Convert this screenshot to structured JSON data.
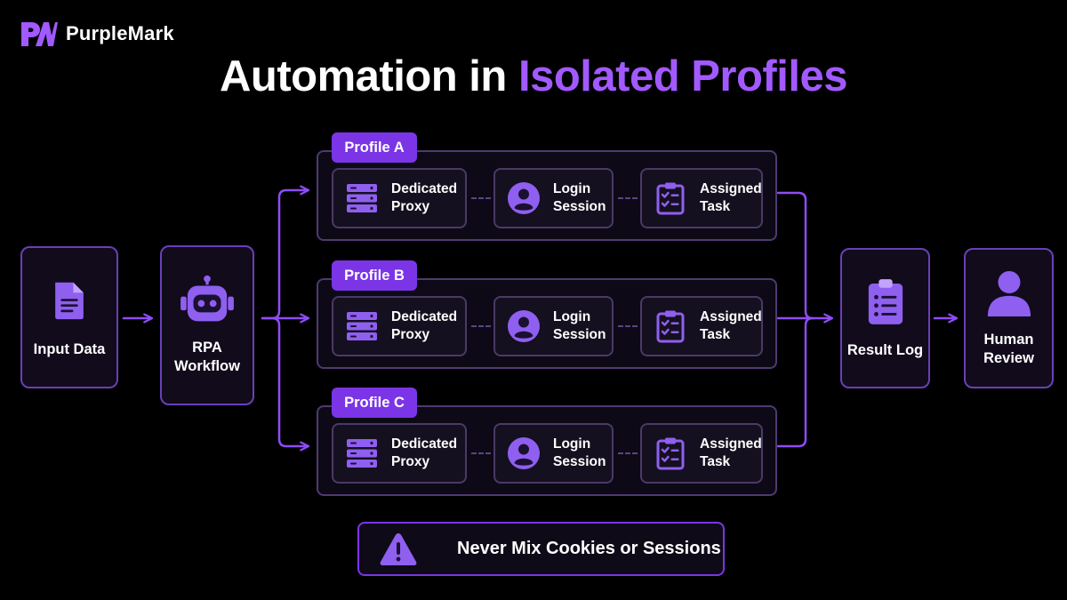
{
  "brand": {
    "name": "PurpleMark",
    "logo_icon": "pm-logo-icon"
  },
  "title": {
    "prefix": "Automation in",
    "accent": "Isolated Profiles"
  },
  "colors": {
    "accent": "#a259ff",
    "tag": "#7b35e6",
    "border": "#6a3fb8",
    "icon": "#8f5ff0"
  },
  "nodes": {
    "input": {
      "label": "Input Data",
      "icon": "document-icon"
    },
    "rpa": {
      "label_line1": "RPA",
      "label_line2": "Workflow",
      "icon": "robot-icon"
    },
    "result": {
      "label": "Result Log",
      "icon": "clipboard-list-icon"
    },
    "human": {
      "label_line1": "Human",
      "label_line2": "Review",
      "icon": "user-icon"
    }
  },
  "profiles": [
    {
      "tag": "Profile A",
      "proxy": {
        "line1": "Dedicated",
        "line2": "Proxy"
      },
      "login": {
        "line1": "Login",
        "line2": "Session"
      },
      "task": {
        "line1": "Assigned",
        "line2": "Task"
      }
    },
    {
      "tag": "Profile B",
      "proxy": {
        "line1": "Dedicated",
        "line2": "Proxy"
      },
      "login": {
        "line1": "Login",
        "line2": "Session"
      },
      "task": {
        "line1": "Assigned",
        "line2": "Task"
      }
    },
    {
      "tag": "Profile C",
      "proxy": {
        "line1": "Dedicated",
        "line2": "Proxy"
      },
      "login": {
        "line1": "Login",
        "line2": "Session"
      },
      "task": {
        "line1": "Assigned",
        "line2": "Task"
      }
    }
  ],
  "warning": {
    "text": "Never Mix Cookies or Sessions",
    "icon": "warning-triangle-icon"
  }
}
